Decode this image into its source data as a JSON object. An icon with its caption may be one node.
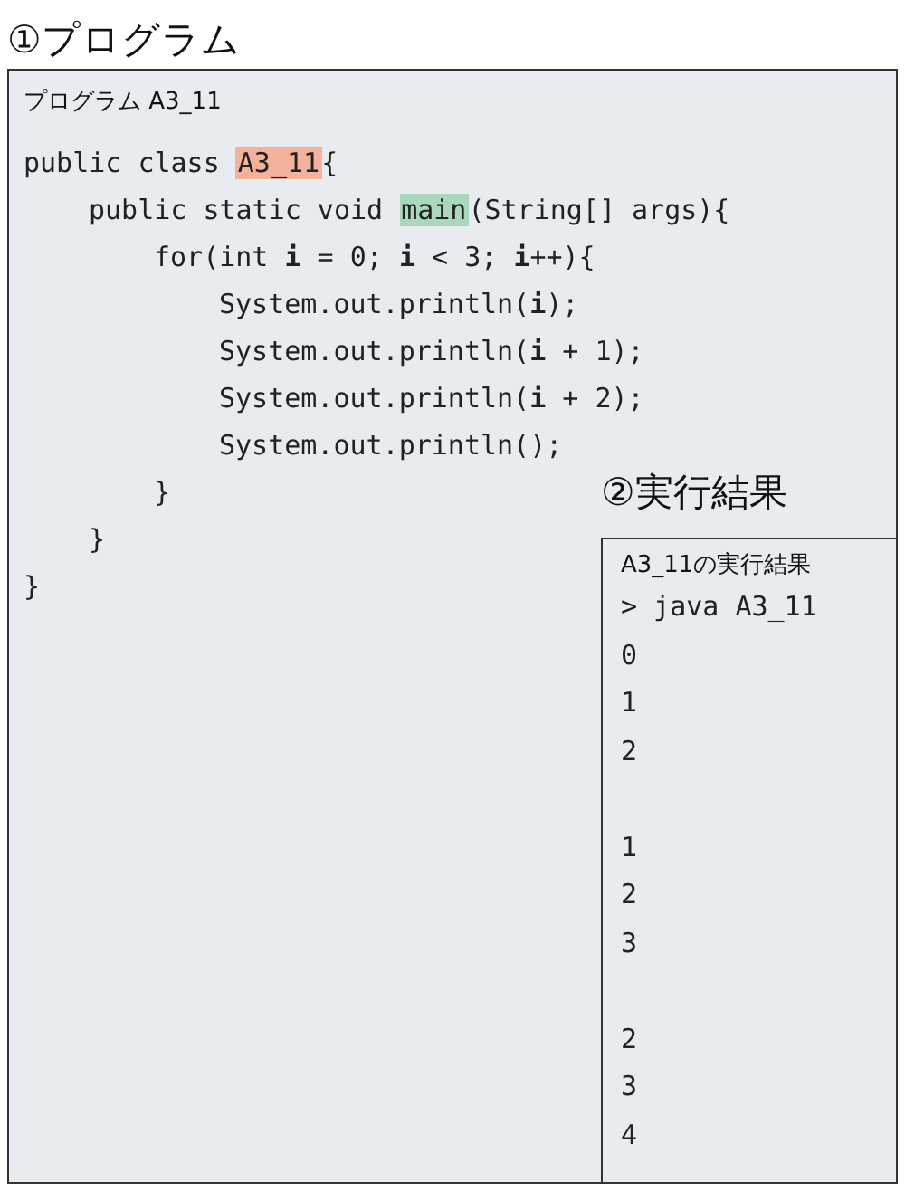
{
  "diagram": {
    "nodes": [
      {
        "text": [
          "①プログラム",
          "プログラム A3_11",
          "public class A3_11{",
          "public static void main(String[] args){",
          "for(int **i** = 0; **i** < 3; **i**++){",
          "System.out.println(**i**);",
          "System.out.println(**i** + 1);",
          "System.out.println(**i** + 2);",
          "System.out.println();",
          "}",
          "}",
          "}"
        ]
      },
      {
        "in": 0,
        "text": [
          "②実行結果",
          "A3_11の実行結果",
          "> java A3_11",
          "0",
          "1",
          "2",
          "1",
          "2",
          "3",
          "2",
          "3",
          "4"
        ]
      }
    ]
  }
}
